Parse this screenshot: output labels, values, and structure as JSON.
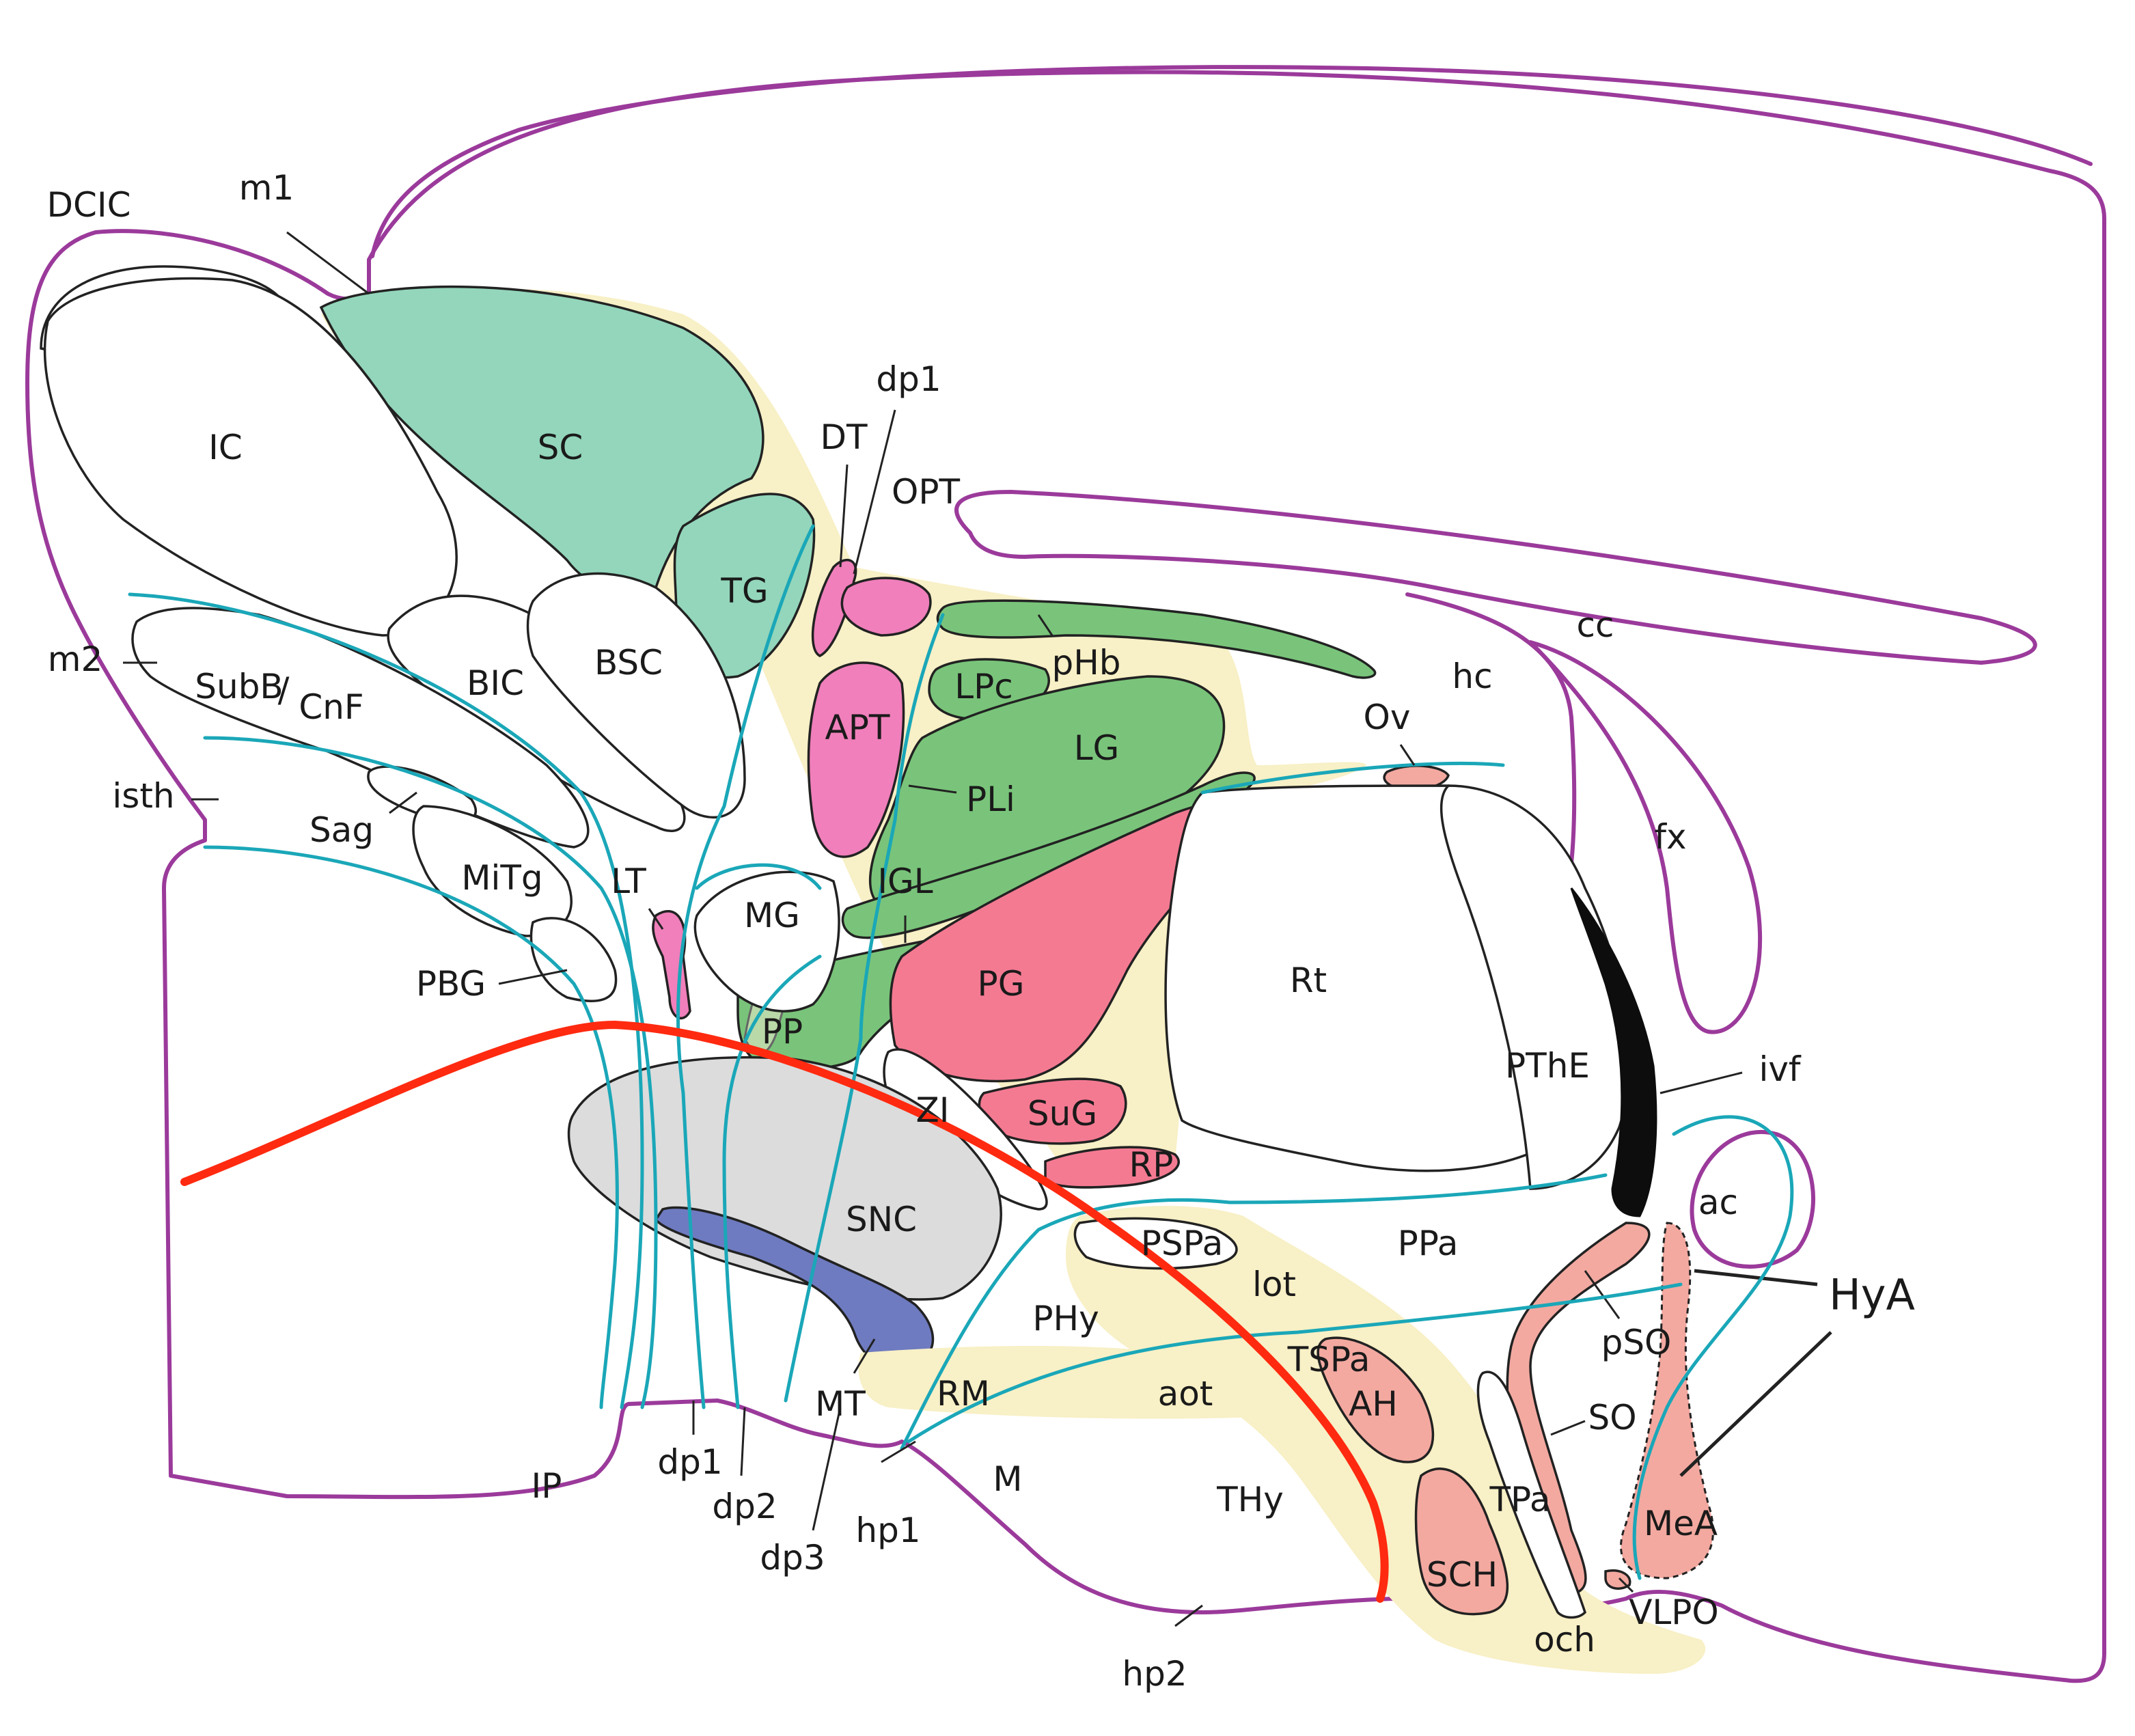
{
  "colors": {
    "outline_purple": "#9b3a9b",
    "boundary_cyan": "#1aa7b8",
    "alar_basal_red": "#ff2a10",
    "yellow_matrix": "#f8f0c6",
    "tectum_teal": "#93d6bb",
    "thalamus_green": "#79c47a",
    "pretectum_pink": "#f07fbb",
    "pregeniculate_rose": "#f47a92",
    "snc_gray": "#dcdcdc",
    "mt_blue": "#6e7bc0",
    "salmon": "#f3a9a0",
    "ivf_black": "#0d0d0d",
    "pp_light_green": "#b9d9a8"
  },
  "labels": {
    "DCIC": "DCIC",
    "m1": "m1",
    "IC": "IC",
    "SC": "SC",
    "DT": "DT",
    "dp1_top": "dp1",
    "OPT": "OPT",
    "TG": "TG",
    "m2": "m2",
    "SubB": "SubB",
    "CnF": "CnF",
    "BIC": "BIC",
    "BSC": "BSC",
    "APT": "APT",
    "LPc": "LPc",
    "pHb": "pHb",
    "cc": "cc",
    "hc": "hc",
    "LG": "LG",
    "Ov": "Ov",
    "isth": "isth",
    "Sag": "Sag",
    "PLi": "PLi",
    "fx": "fx",
    "MiTg": "MiTg",
    "LT": "LT",
    "MG": "MG",
    "IGL": "IGL",
    "Rt": "Rt",
    "PBG": "PBG",
    "PG": "PG",
    "PP": "PP",
    "PThE": "PThE",
    "ivf": "ivf",
    "ZI": "ZI",
    "SuG": "SuG",
    "RP": "RP",
    "ac": "ac",
    "SNC": "SNC",
    "PSPa": "PSPa",
    "PPa": "PPa",
    "lot": "lot",
    "HyA": "HyA",
    "PHy": "PHy",
    "pSO": "pSO",
    "TSPa": "TSPa",
    "RM": "RM",
    "aot": "aot",
    "AH": "AH",
    "MT": "MT",
    "SO": "SO",
    "IP": "IP",
    "dp1_bottom": "dp1",
    "M": "M",
    "THy": "THy",
    "TPa": "TPa",
    "MeA": "MeA",
    "dp2": "dp2",
    "hp1": "hp1",
    "SCH": "SCH",
    "dp3": "dp3",
    "VLPO": "VLPO",
    "hp2": "hp2",
    "och": "och"
  }
}
